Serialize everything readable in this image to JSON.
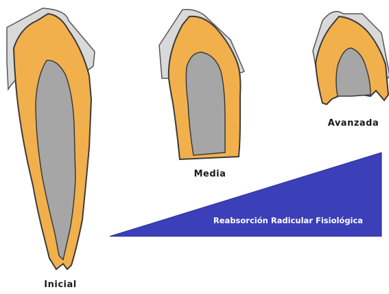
{
  "stages": [
    {
      "id": "initial",
      "label": "Inicial"
    },
    {
      "id": "medium",
      "label": "Media"
    },
    {
      "id": "advanced",
      "label": "Avanzada"
    }
  ],
  "progress_wedge": {
    "label": "Reabsorción Radicular Fisiológica"
  },
  "colors": {
    "enamel": "#d9d9d9",
    "dentin": "#f2b04c",
    "pulp": "#a6a6a6",
    "outline": "#3a3a3a",
    "wedge": "#3b3fb8"
  }
}
